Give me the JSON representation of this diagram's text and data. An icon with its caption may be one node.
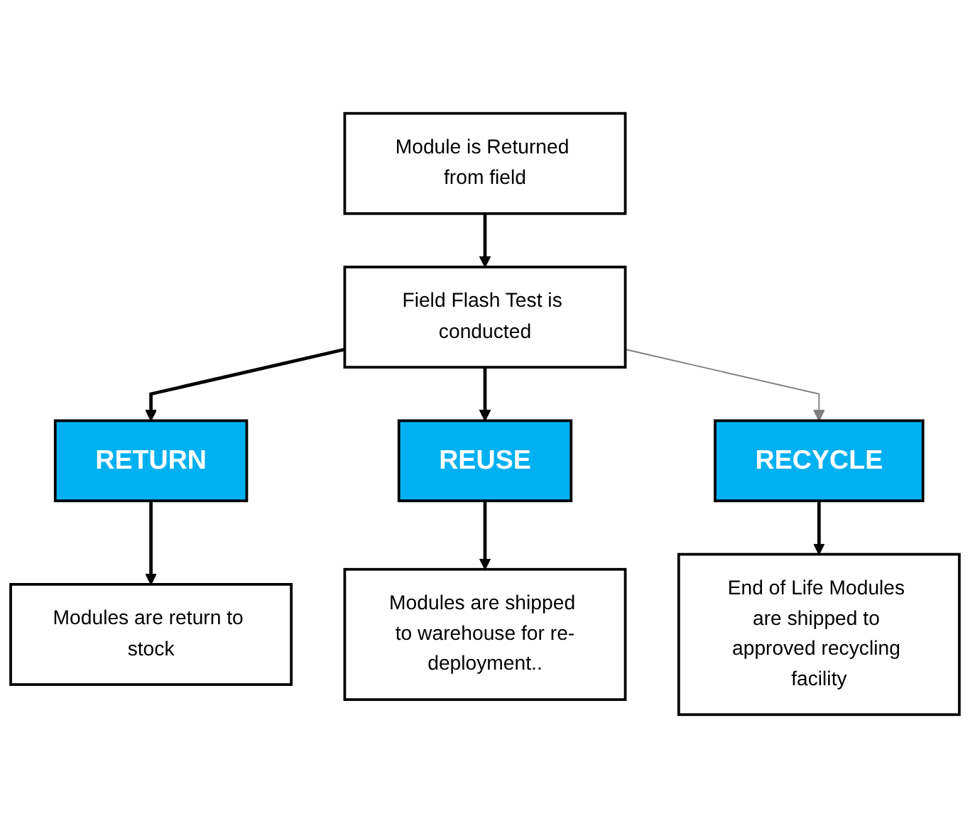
{
  "diagram": {
    "nodes": [
      {
        "text": [
          "Module is Returned from field"
        ]
      },
      {
        "text": [
          "Field Flash Test is conducted"
        ]
      },
      {
        "text": [
          "RETURN"
        ]
      },
      {
        "text": [
          "REUSE"
        ]
      },
      {
        "text": [
          "RECYCLE"
        ]
      },
      {
        "text": [
          "Modules are return to stock"
        ]
      },
      {
        "text": [
          "Modules are shipped to warehouse for re-deployment.."
        ]
      },
      {
        "text": [
          "End of Life Modules are shipped to approved recycling facility"
        ]
      }
    ],
    "edges": [
      {
        "from": 0,
        "to": 1,
        "arrow": "to"
      },
      {
        "from": 1,
        "to": 2,
        "arrow": "to"
      },
      {
        "from": 1,
        "to": 3,
        "arrow": "to"
      },
      {
        "from": 1,
        "to": 4,
        "arrow": "to",
        "color": "#7f7f7f"
      },
      {
        "from": 2,
        "to": 5,
        "arrow": "to"
      },
      {
        "from": 3,
        "to": 6,
        "arrow": "to"
      },
      {
        "from": 4,
        "to": 7,
        "arrow": "to"
      }
    ]
  }
}
